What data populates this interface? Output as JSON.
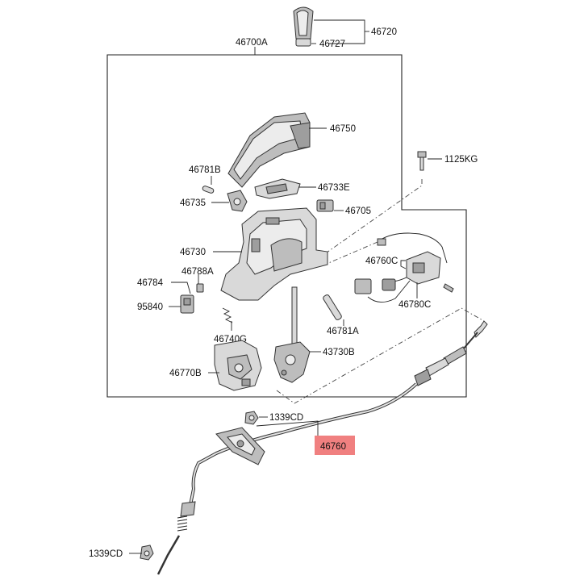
{
  "part_labels": {
    "p46720": "46720",
    "p46727": "46727",
    "p46700A": "46700A",
    "p46750": "46750",
    "p1125KG": "1125KG",
    "p46781B": "46781B",
    "p46733E": "46733E",
    "p46735": "46735",
    "p46705": "46705",
    "p46730": "46730",
    "p46760C": "46760C",
    "p46788A": "46788A",
    "p46784": "46784",
    "p95840": "95840",
    "p46780C": "46780C",
    "p46781A": "46781A",
    "p46740G": "46740G",
    "p43730B": "43730B",
    "p46770B": "46770B",
    "p1339CD_top": "1339CD",
    "p46760": "46760",
    "p1339CD_bottom": "1339CD"
  },
  "highlight": {
    "part": "46760",
    "color": "#f08080"
  }
}
